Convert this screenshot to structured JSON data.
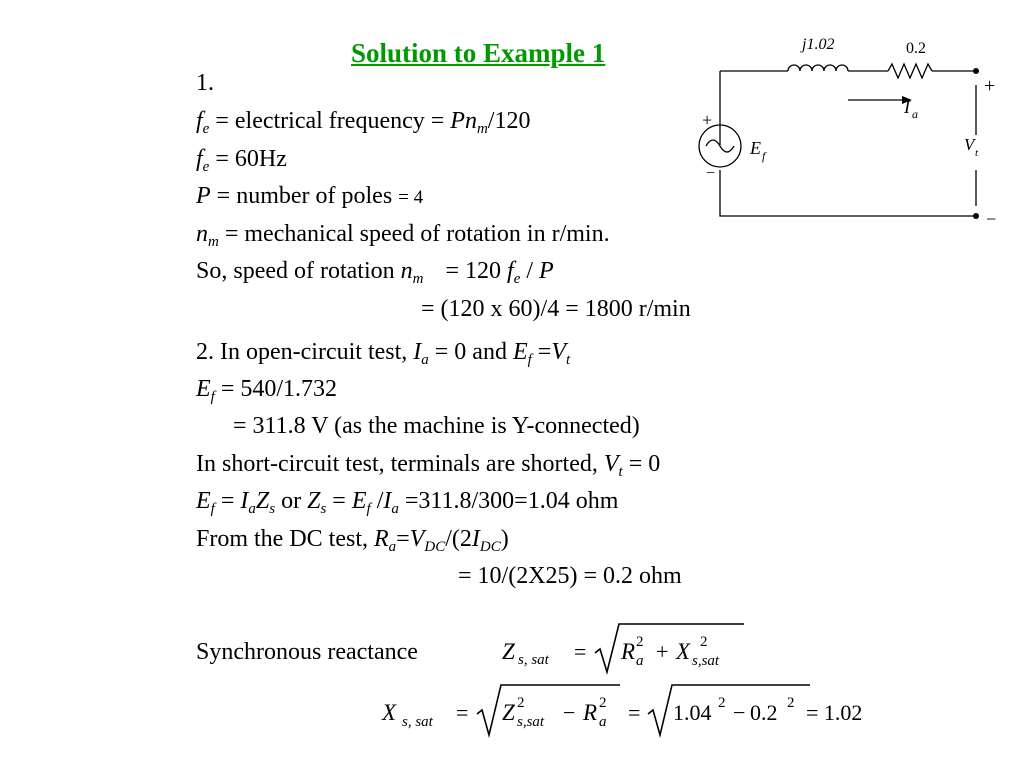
{
  "title": "Solution to Example 1",
  "part1": {
    "num": "1.",
    "fe_sym": "f",
    "fe_sub": "e",
    "fe_desc": " = electrical frequency = ",
    "fe_P": "P",
    "fe_n": "n",
    "fe_m": "m",
    "fe_div": "/120",
    "fe_val": " = 60Hz",
    "P_sym": "P",
    "P_desc": " = number of poles ",
    "P_val": "= 4",
    "nm_sym": "n",
    "nm_sub": "m",
    "nm_desc": " = mechanical speed of rotation in r/min.",
    "speed_prefix": "So, speed of rotation ",
    "speed_eq": "= 120 ",
    "speed_div": " / ",
    "speed_P": "P",
    "speed_calc": "= (120 x 60)/4 = 1800 r/min"
  },
  "part2": {
    "oc_prefix": "2.  In open-circuit test, ",
    "oc_I": "I",
    "oc_a": "a",
    "oc_mid": " = 0 and ",
    "oc_E": "E",
    "oc_f": "f",
    "oc_eq": " =",
    "oc_V": "V",
    "oc_t": "t",
    "ef_E": "E",
    "ef_f": "f",
    "ef_val": " = 540/1.732",
    "ef_calc": "= 311.8 V (as the machine is Y-connected)",
    "sc_prefix": "In short-circuit test, terminals are shorted, ",
    "sc_V": "V",
    "sc_t": "t",
    "sc_val": " = 0",
    "zs_E": "E",
    "zs_f": "f",
    "zs_eq": " = ",
    "zs_I": "I",
    "zs_a": "a",
    "zs_Z": "Z",
    "zs_s": "s",
    "zs_or": " or ",
    "zs_Z2": "Z",
    "zs_s2": "s",
    "zs_eq2": " = ",
    "zs_E2": "E",
    "zs_f2": "f",
    "zs_slash": " /",
    "zs_I2": "I",
    "zs_a2": "a",
    "zs_calc": " =311.8/300=1.04 ohm",
    "dc_prefix": "From the DC test, ",
    "dc_R": "R",
    "dc_a": "a",
    "dc_eq": "=",
    "dc_V": "V",
    "dc_DC": "DC",
    "dc_mid": "/(2",
    "dc_I": "I",
    "dc_DC2": "DC",
    "dc_close": ")",
    "dc_calc": "= 10/(2X25) = 0.2 ohm",
    "sync_label": "Synchronous reactance"
  },
  "formula1": {
    "Z": "Z",
    "Z_sub": "s, sat",
    "eq": "=",
    "R": "R",
    "R_sub": "a",
    "R_sup": "2",
    "plus": "+",
    "X": "X",
    "X_sub": "s,sat",
    "X_sup": "2"
  },
  "formula2": {
    "X": "X",
    "X_sub": "s, sat",
    "eq1": "=",
    "Z": "Z",
    "Z_sub": "s,sat",
    "Z_sup": "2",
    "minus": "−",
    "R": "R",
    "R_sub": "a",
    "R_sup": "2",
    "eq2": "=",
    "n1": "1.04",
    "n1_sup": "2",
    "minus2": "−",
    "n2": "0.2",
    "n2_sup": "2",
    "result": "= 1.02"
  },
  "circuit": {
    "reactance": "j1.02",
    "resistance": "0.2",
    "current_I": "I",
    "current_sub": "a",
    "source_E": "E",
    "source_sub": "f",
    "source_plus": "+",
    "source_minus": "−",
    "terminal_V": "V",
    "terminal_sub": "t",
    "terminal_plus": "+",
    "terminal_minus": "−"
  }
}
